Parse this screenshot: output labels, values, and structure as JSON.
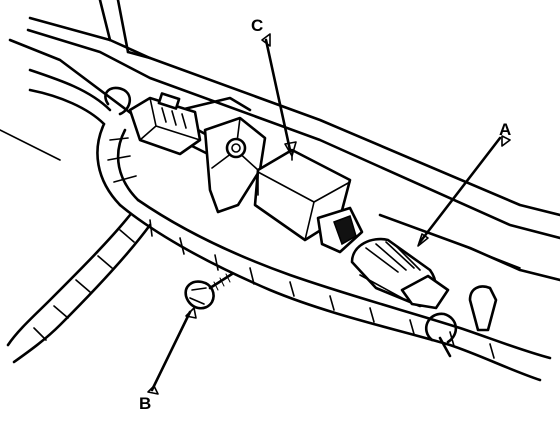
{
  "diagram": {
    "callouts": {
      "a": "A",
      "b": "B",
      "c": "C"
    },
    "colors": {
      "ink": "#000000",
      "paper": "#ffffff"
    }
  }
}
